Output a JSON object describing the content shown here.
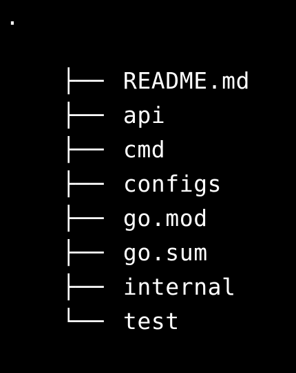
{
  "terminal": {
    "background": "#000000",
    "foreground": "#ffffff",
    "root_label": ".",
    "entries": [
      {
        "connector": "├──",
        "name": "README.md"
      },
      {
        "connector": "├──",
        "name": "api"
      },
      {
        "connector": "├──",
        "name": "cmd"
      },
      {
        "connector": "├──",
        "name": "configs"
      },
      {
        "connector": "├──",
        "name": "go.mod"
      },
      {
        "connector": "├──",
        "name": "go.sum"
      },
      {
        "connector": "├──",
        "name": "internal"
      },
      {
        "connector": "└──",
        "name": "test"
      }
    ]
  }
}
